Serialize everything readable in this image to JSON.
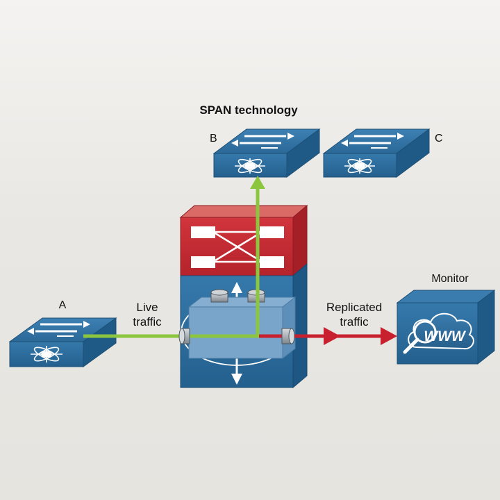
{
  "diagram": {
    "title": "SPAN technology",
    "devices": {
      "a": "A",
      "b": "B",
      "c": "C",
      "monitor": "Monitor",
      "monitor_screen_text": "WWW"
    },
    "flows": {
      "live": [
        "Live",
        "traffic"
      ],
      "replicated": [
        "Replicated",
        "traffic"
      ]
    },
    "colors": {
      "switch_blue": "#2f6e9c",
      "router_red": "#c42a33",
      "live_green": "#8cc63f",
      "replicated_red": "#c8202e"
    },
    "icons": [
      "switch-icon",
      "router-icon",
      "span-switch-icon",
      "monitor-www-icon",
      "magnifier-icon"
    ]
  }
}
